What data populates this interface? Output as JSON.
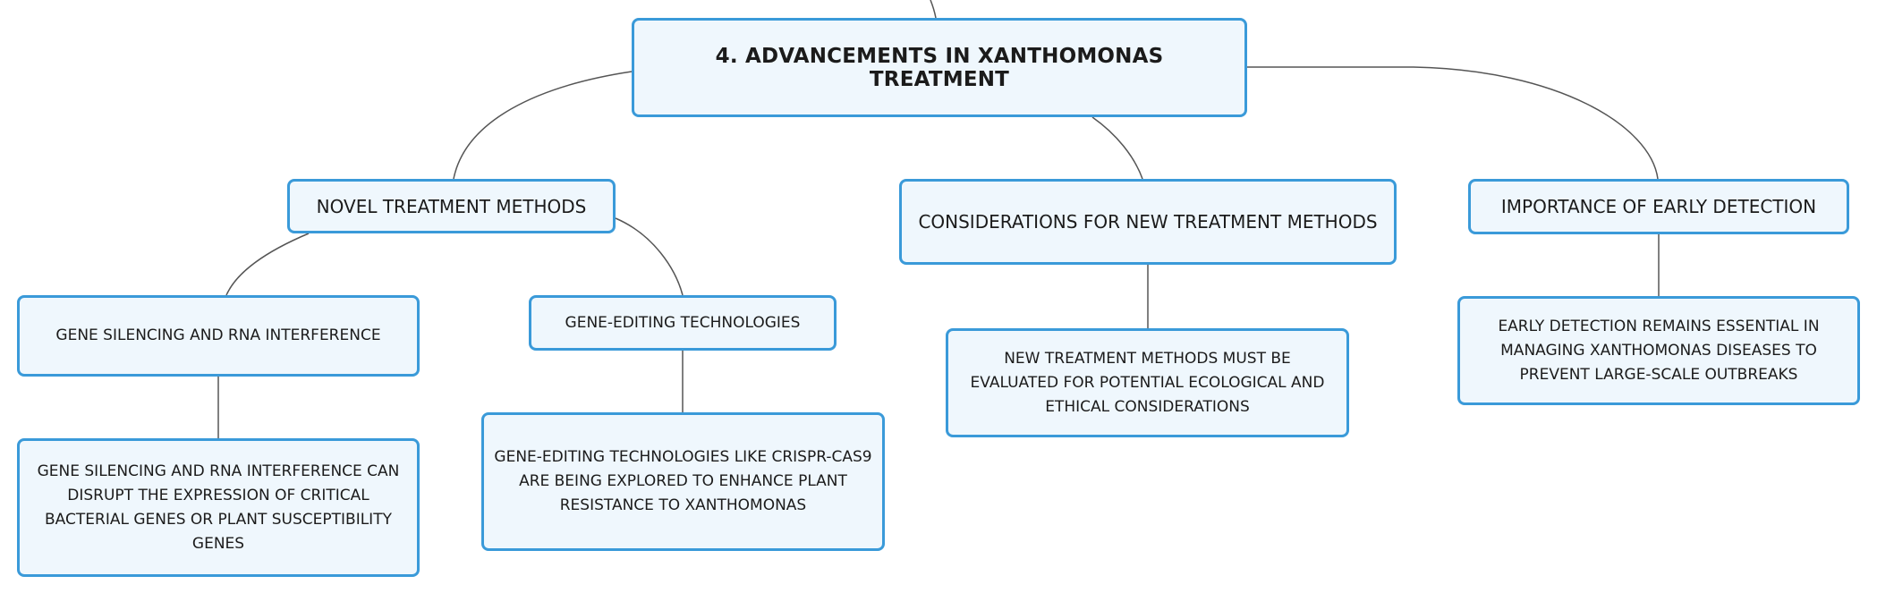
{
  "root": {
    "label": "4. ADVANCEMENTS IN XANTHOMONAS TREATMENT"
  },
  "branches": {
    "novel": {
      "label": "NOVEL TREATMENT METHODS",
      "children": {
        "gene_silencing": {
          "label": "GENE SILENCING AND RNA INTERFERENCE",
          "detail": "GENE SILENCING AND RNA INTERFERENCE CAN DISRUPT THE EXPRESSION OF CRITICAL BACTERIAL GENES OR PLANT SUSCEPTIBILITY GENES"
        },
        "gene_editing": {
          "label": "GENE-EDITING TECHNOLOGIES",
          "detail": "GENE-EDITING TECHNOLOGIES LIKE CRISPR-CAS9 ARE BEING EXPLORED TO ENHANCE PLANT RESISTANCE TO XANTHOMONAS"
        }
      }
    },
    "considerations": {
      "label": "CONSIDERATIONS FOR NEW TREATMENT METHODS",
      "detail": "NEW TREATMENT METHODS MUST BE EVALUATED FOR POTENTIAL ECOLOGICAL AND ETHICAL CONSIDERATIONS"
    },
    "early_detection": {
      "label": "IMPORTANCE OF EARLY DETECTION",
      "detail": "EARLY DETECTION REMAINS ESSENTIAL IN MANAGING XANTHOMONAS DISEASES TO PREVENT LARGE-SCALE OUTBREAKS"
    }
  },
  "colors": {
    "node_fill": "#eff7fd",
    "node_border": "#3a9ad9",
    "connector": "#555555",
    "text": "#1b1b1b"
  }
}
